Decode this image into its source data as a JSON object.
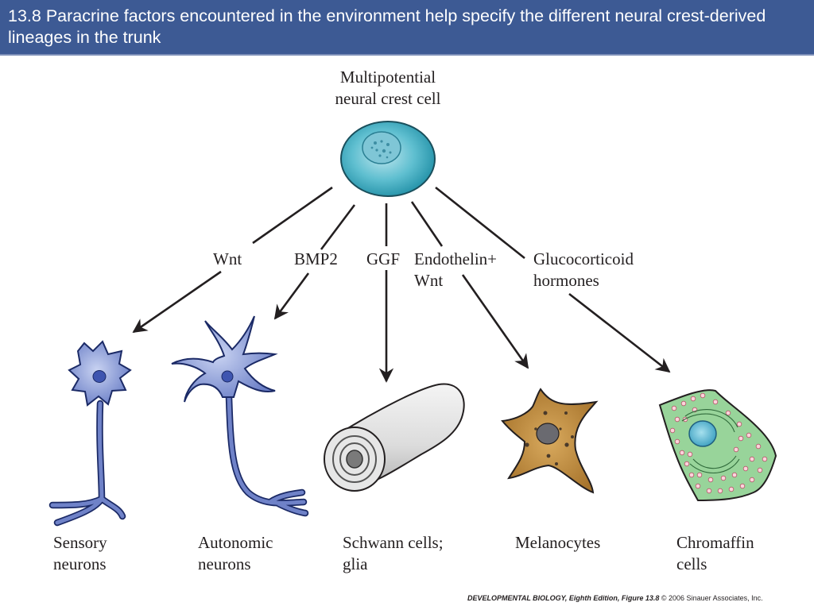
{
  "header": {
    "title": "13.8  Paracrine factors encountered in the environment help specify the different neural crest-derived lineages in the trunk"
  },
  "diagram": {
    "source_cell": {
      "line1": "Multipotential",
      "line2": "neural crest cell",
      "icon": "neural-crest-cell"
    },
    "factors": {
      "wnt": "Wnt",
      "bmp2": "BMP2",
      "ggf": "GGF",
      "endothelin_line1": "Endothelin+",
      "endothelin_line2": "Wnt",
      "gluco_line1": "Glucocorticoid",
      "gluco_line2": "hormones"
    },
    "lineages": {
      "sensory_line1": "Sensory",
      "sensory_line2": "neurons",
      "autonomic_line1": "Autonomic",
      "autonomic_line2": "neurons",
      "schwann_line1": "Schwann cells;",
      "schwann_line2": "glia",
      "melanocytes": "Melanocytes",
      "chromaffin_line1": "Chromaffin",
      "chromaffin_line2": "cells"
    },
    "colors": {
      "neural_crest_cell": "#2fa3b8",
      "neurons": "#6f82c8",
      "schwann": "#c9c9c9",
      "melanocyte": "#b8873c",
      "chromaffin": "#98d49a"
    }
  },
  "credit": {
    "book": "DEVELOPMENTAL BIOLOGY, Eighth Edition,",
    "figure": "Figure 13.8",
    "copyright": "© 2006 Sinauer Associates, Inc."
  }
}
